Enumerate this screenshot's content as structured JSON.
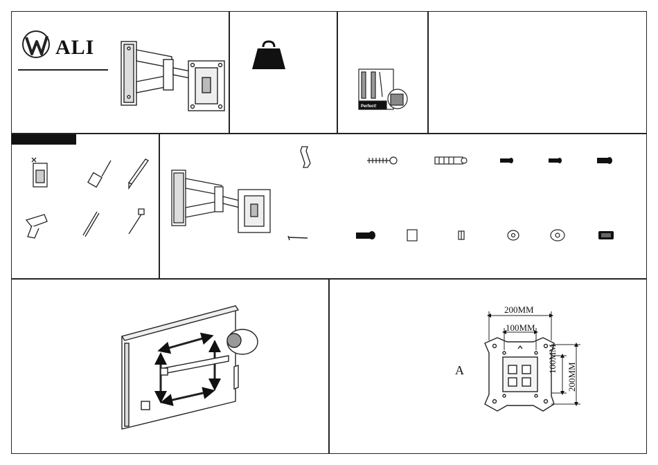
{
  "brand": {
    "name": "ALI"
  },
  "weight_icon": "weight-icon",
  "stud_callout": {
    "text": "Perfect!"
  },
  "tools_section": {
    "header": "",
    "tools": [
      "stud-finder-icon",
      "screwdriver-icon",
      "pencil-icon",
      "drill-icon",
      "drill-bit-icon",
      "socket-wrench-icon"
    ]
  },
  "parts_section": {
    "hardware": [
      "level-plate-icon",
      "lag-bolt-icon",
      "wall-anchor-icon",
      "m4-screw-icon",
      "m5-screw-icon",
      "m6-screw-icon",
      "allen-key-icon",
      "m8-screw-icon",
      "spacer-icon",
      "nut-icon",
      "small-washer-icon",
      "large-washer-icon",
      "long-spacer-icon"
    ]
  },
  "vesa_panel": {
    "width_outer": "200MM",
    "width_inner": "100MM",
    "height_inner": "100MM",
    "height_outer": "200MM",
    "label": "A"
  }
}
